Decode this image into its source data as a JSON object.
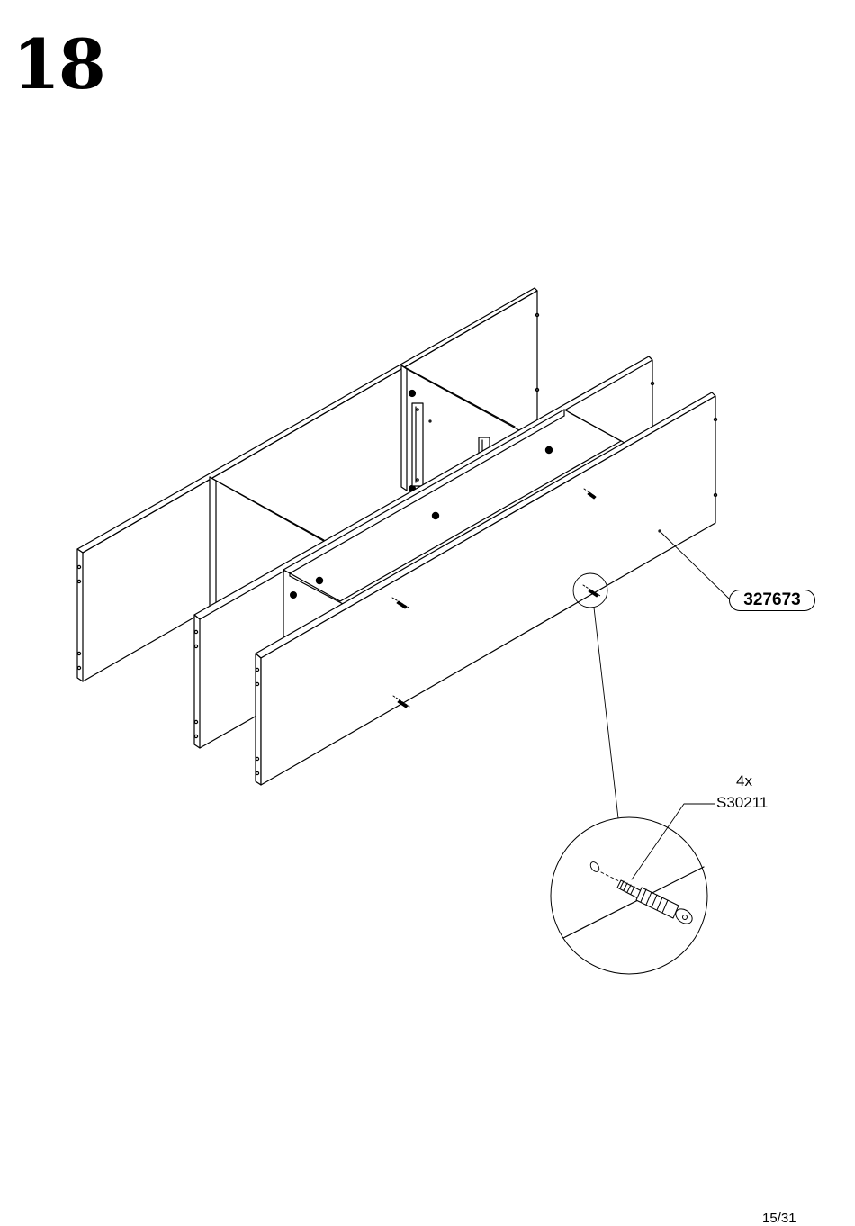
{
  "step": {
    "number": "18"
  },
  "page": {
    "number": "15/31"
  },
  "parts": [
    {
      "id": "327673"
    }
  ],
  "hardware": [
    {
      "quantity": "4x",
      "code": "S30211"
    }
  ],
  "icons": {
    "dowel_pin": "dowel-icon",
    "hole": "hole-icon",
    "magnifier": "detail-circle-icon"
  }
}
